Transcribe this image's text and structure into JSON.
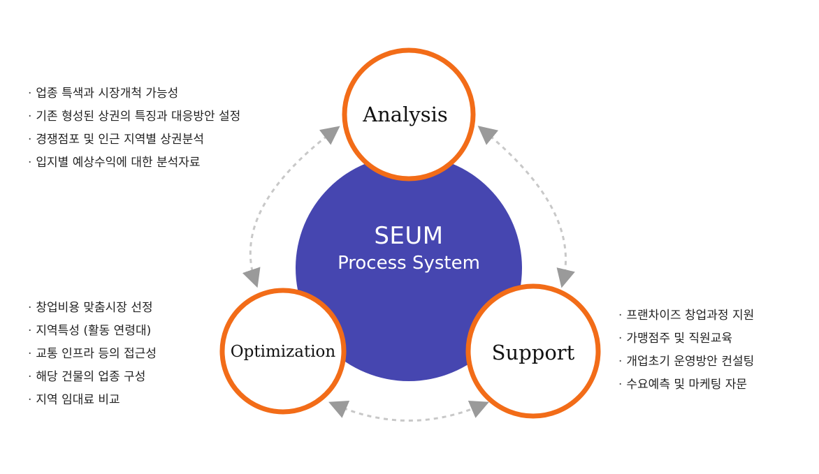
{
  "colors": {
    "center_fill": "#4646b0",
    "ring_stroke": "#f26c18",
    "connector": "#c8c8c8",
    "background": "#ffffff"
  },
  "center": {
    "title": "SEUM",
    "subtitle": "Process System"
  },
  "nodes": {
    "analysis": {
      "label": "Analysis",
      "bullets": [
        "업종 특색과 시장개척 가능성",
        "기존 형성된 상권의 특징과 대응방안 설정",
        "경쟁점포 및 인근 지역별 상권분석",
        "입지별 예상수익에 대한 분석자료"
      ]
    },
    "optimization": {
      "label": "Optimization",
      "bullets": [
        "창업비용 맞춤시장 선정",
        "지역특성 (활동 연령대)",
        "교통 인프라 등의 접근성",
        "해당 건물의 업종 구성",
        "지역 임대료 비교"
      ]
    },
    "support": {
      "label": "Support",
      "bullets": [
        "프랜차이즈 창업과정 지원",
        "가맹점주 및 직원교육",
        "개업초기 운영방안 컨설팅",
        "수요예측 및 마케팅 자문"
      ]
    }
  }
}
